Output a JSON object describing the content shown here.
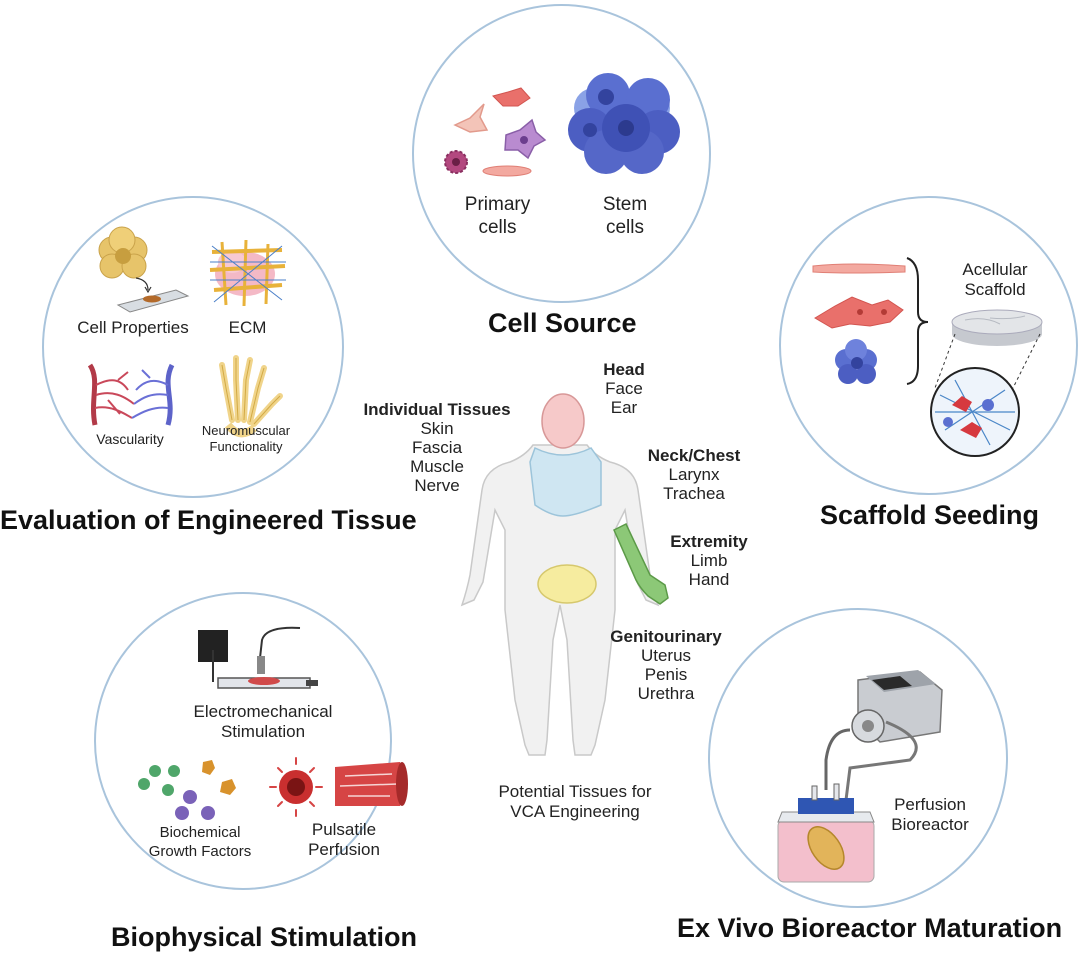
{
  "cell_source": {
    "title": "Cell Source",
    "primary": [
      "Primary",
      "cells"
    ],
    "stem": [
      "Stem",
      "cells"
    ]
  },
  "evaluation": {
    "title": "Evaluation of Engineered Tissue",
    "cell_properties": "Cell Properties",
    "ecm": "ECM",
    "vascularity": "Vascularity",
    "neuromuscular": [
      "Neuromuscular",
      "Functionality"
    ]
  },
  "scaffold": {
    "title": "Scaffold Seeding",
    "acellular": [
      "Acellular",
      "Scaffold"
    ]
  },
  "biophysical": {
    "title": "Biophysical Stimulation",
    "electro": [
      "Electromechanical",
      "Stimulation"
    ],
    "growth": [
      "Biochemical",
      "Growth Factors"
    ],
    "pulsatile": [
      "Pulsatile",
      "Perfusion"
    ]
  },
  "bioreactor": {
    "title": "Ex Vivo Bioreactor Maturation",
    "perfusion": [
      "Perfusion",
      "Bioreactor"
    ]
  },
  "center": {
    "caption": [
      "Potential Tissues for",
      "VCA Engineering"
    ],
    "individual": {
      "heading": "Individual Tissues",
      "items": [
        "Skin",
        "Fascia",
        "Muscle",
        "Nerve"
      ]
    },
    "head": {
      "heading": "Head",
      "items": [
        "Face",
        "Ear"
      ]
    },
    "neck": {
      "heading": "Neck/Chest",
      "items": [
        "Larynx",
        "Trachea"
      ]
    },
    "extremity": {
      "heading": "Extremity",
      "items": [
        "Limb",
        "Hand"
      ]
    },
    "genito": {
      "heading": "Genitourinary",
      "items": [
        "Uterus",
        "Penis",
        "Urethra"
      ]
    }
  },
  "colors": {
    "circle_border": "#a9c4dc",
    "head": "#f7c9c9",
    "neck": "#cfe6f2",
    "limb": "#8cc877",
    "pelvis": "#f6ec9f"
  }
}
